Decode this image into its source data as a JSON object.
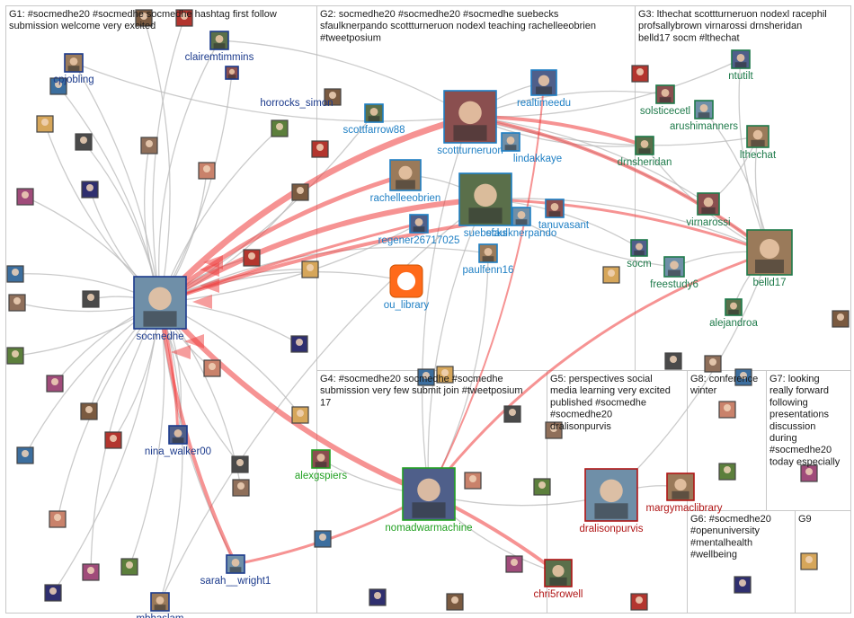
{
  "groups": [
    {
      "id": "G1",
      "lines": [
        "G1: #socmedhe20 #socmedhe socmedhe hashtag first follow",
        "submission welcome very excited"
      ]
    },
    {
      "id": "G2",
      "lines": [
        "G2: socmedhe20 #socmedhe20 #socmedhe suebecks",
        "sfaulknerpando scottturneruon nodexl teaching rachelleeobrien",
        "#tweetposium"
      ]
    },
    {
      "id": "G3",
      "lines": [
        "G3: lthechat scottturneruon nodexl racephil",
        "profsallybrown virnarossi drnsheridan",
        "belld17 socm #lthechat"
      ]
    },
    {
      "id": "G4",
      "lines": [
        "G4: #socmedhe20 socmedhe #socmedhe",
        "submission very few submit join #tweetposium",
        "17"
      ]
    },
    {
      "id": "G5",
      "lines": [
        "G5: perspectives social",
        "media learning very excited",
        "published #socmedhe",
        "#socmedhe20",
        "dralisonpurvis"
      ]
    },
    {
      "id": "G8",
      "lines": [
        "G8: conference",
        "winter"
      ]
    },
    {
      "id": "G7",
      "lines": [
        "G7: looking",
        "really forward",
        "following",
        "presentations",
        "discussion",
        "during",
        "#socmedhe20",
        "today especially"
      ]
    },
    {
      "id": "G6",
      "lines": [
        "G6: #socmedhe20",
        "#openuniversity",
        "#mentalhealth",
        "#wellbeing"
      ]
    },
    {
      "id": "G9",
      "lines": [
        "G9"
      ]
    }
  ],
  "nodes": [
    {
      "id": "socmedhe",
      "label": "socmedhe",
      "color": "#1b3a8c",
      "shown": true
    },
    {
      "id": "cpjobling",
      "label": "cpjobling",
      "color": "#1b3a8c",
      "shown": true
    },
    {
      "id": "clairemtimmins",
      "label": "clairemtimmins",
      "color": "#1b3a8c",
      "shown": true
    },
    {
      "id": "horrocks_simon",
      "label": "horrocks_simon",
      "color": "#1b3a8c",
      "shown": true
    },
    {
      "id": "nina_walker00",
      "label": "nina_walker00",
      "color": "#1b3a8c",
      "shown": true
    },
    {
      "id": "sarah__wright1",
      "label": "sarah__wright1",
      "color": "#1b3a8c",
      "shown": true
    },
    {
      "id": "mbhaslam",
      "label": "mbhaslam",
      "color": "#1b3a8c",
      "shown": true
    },
    {
      "id": "scottfarrow88",
      "label": "scottfarrow88",
      "color": "#1e7fc4",
      "shown": true
    },
    {
      "id": "scottturneruon",
      "label": "scottturneruon",
      "color": "#1e7fc4",
      "shown": true
    },
    {
      "id": "realtimeedu",
      "label": "realtimeedu",
      "color": "#1e7fc4",
      "shown": true
    },
    {
      "id": "lindakkaye",
      "label": "lindakkaye",
      "color": "#1e7fc4",
      "shown": true
    },
    {
      "id": "rachelleeobrien",
      "label": "rachelleeobrien",
      "color": "#1e7fc4",
      "shown": true
    },
    {
      "id": "suebecks",
      "label": "suebecks",
      "color": "#1e7fc4",
      "shown": true
    },
    {
      "id": "tanuvasant",
      "label": "tanuvasant",
      "color": "#1e7fc4",
      "shown": true
    },
    {
      "id": "regener26717025",
      "label": "regener26717025",
      "color": "#1e7fc4",
      "shown": true
    },
    {
      "id": "sfaulknerpando",
      "label": "sfaulknerpando",
      "color": "#1e7fc4",
      "shown": true
    },
    {
      "id": "paulfenn16",
      "label": "paulfenn16",
      "color": "#1e7fc4",
      "shown": true
    },
    {
      "id": "ou_library",
      "label": "ou_library",
      "color": "#1e7fc4",
      "shown": true
    },
    {
      "id": "solsticecetl",
      "label": "solsticecetl",
      "color": "#1e7a4a",
      "shown": true
    },
    {
      "id": "ntutilt",
      "label": "ntutilt",
      "color": "#1e7a4a",
      "shown": true
    },
    {
      "id": "arushimanners",
      "label": "arushimanners",
      "color": "#1e7a4a",
      "shown": true
    },
    {
      "id": "lthechat",
      "label": "lthechat",
      "color": "#1e7a4a",
      "shown": true
    },
    {
      "id": "drnsheridan",
      "label": "drnsheridan",
      "color": "#1e7a4a",
      "shown": true
    },
    {
      "id": "virnarossi",
      "label": "virnarossi",
      "color": "#1e7a4a",
      "shown": true
    },
    {
      "id": "socm",
      "label": "socm",
      "color": "#1e7a4a",
      "shown": true
    },
    {
      "id": "freestudy6",
      "label": "freestudy6",
      "color": "#1e7a4a",
      "shown": true
    },
    {
      "id": "belld17",
      "label": "belld17",
      "color": "#1e7a4a",
      "shown": true
    },
    {
      "id": "alejandroa",
      "label": "alejandroa",
      "color": "#1e7a4a",
      "shown": true
    },
    {
      "id": "alexgspiers",
      "label": "alexgspiers",
      "color": "#22a022",
      "shown": true
    },
    {
      "id": "nomadwarmachine",
      "label": "nomadwarmachine",
      "color": "#22a022",
      "shown": true
    },
    {
      "id": "dralisonpurvis",
      "label": "dralisonpurvis",
      "color": "#b01515",
      "shown": true
    },
    {
      "id": "margymaclibrary",
      "label": "margymaclibrary",
      "color": "#b01515",
      "shown": true
    },
    {
      "id": "chri5rowell",
      "label": "chri5rowell",
      "color": "#b01515",
      "shown": true
    }
  ],
  "colors": {
    "g1": "#1b3a8c",
    "g2": "#1e7fc4",
    "g3": "#1e7a4a",
    "g4": "#22a022",
    "g5": "#b01515",
    "edge": "#b9b9b9",
    "edge_highlight": "#ee3b3b",
    "box": "#c8c8c8",
    "ou_library": "#ff6a1a"
  }
}
